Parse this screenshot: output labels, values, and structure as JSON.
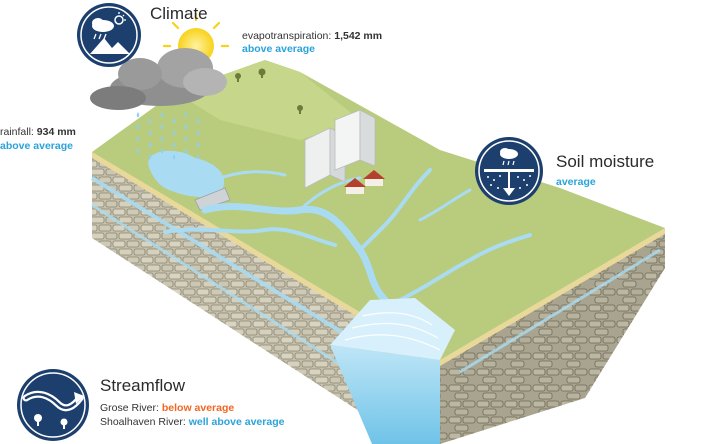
{
  "climate": {
    "title": "Climate",
    "evapotranspiration": {
      "label": "evapotranspiration:",
      "value": "1,542 mm",
      "status": "above average"
    },
    "rainfall": {
      "label": "rainfall:",
      "value": "934 mm",
      "status": "above average"
    }
  },
  "soil_moisture": {
    "title": "Soil moisture",
    "status": "average"
  },
  "streamflow": {
    "title": "Streamflow",
    "rivers": [
      {
        "name": "Grose River:",
        "status": "below average"
      },
      {
        "name": "Shoalhaven River:",
        "status": "well above average"
      }
    ]
  },
  "colors": {
    "badge": "#1c3f6e",
    "above": "#2aa3d9",
    "below": "#f26522",
    "land": "#b9cb7c",
    "water": "#a9dcf2",
    "rock": "#c4c0ad"
  },
  "icons": [
    "climate-icon",
    "soil-moisture-icon",
    "streamflow-icon",
    "sun-icon",
    "cloud-icon",
    "rain-icon"
  ]
}
